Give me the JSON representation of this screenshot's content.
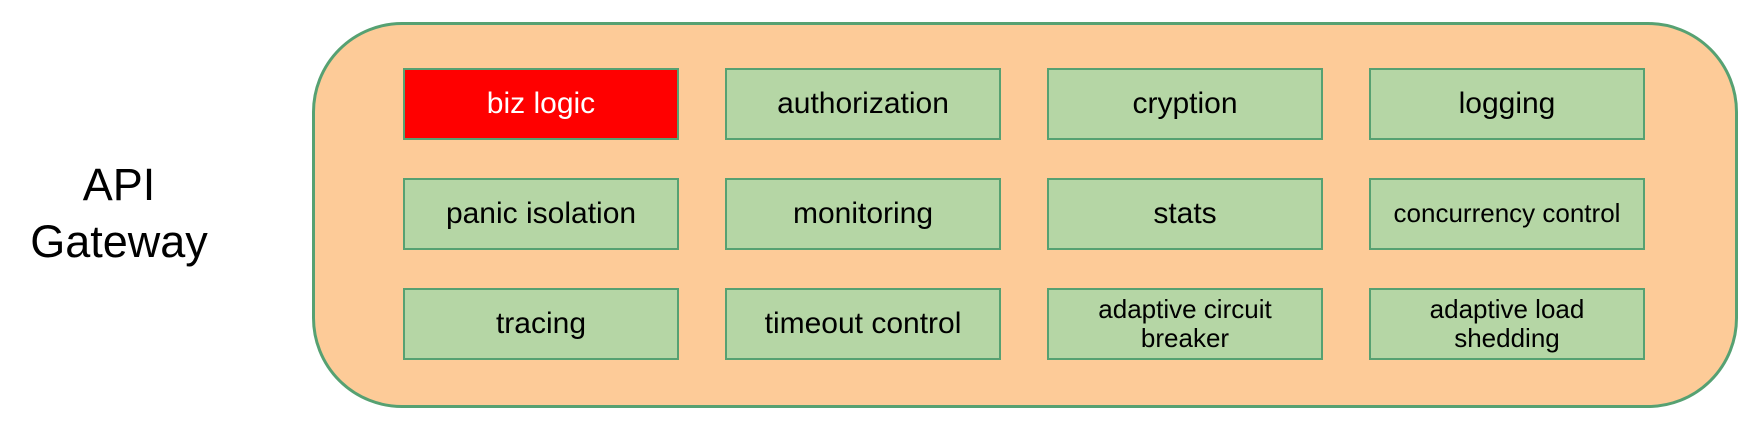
{
  "gateway": {
    "title": "API Gateway",
    "rows": [
      {
        "cells": [
          {
            "label": "biz logic",
            "highlighted": true
          },
          {
            "label": "authorization",
            "highlighted": false
          },
          {
            "label": "cryption",
            "highlighted": false
          },
          {
            "label": "logging",
            "highlighted": false
          }
        ]
      },
      {
        "cells": [
          {
            "label": "panic isolation",
            "highlighted": false
          },
          {
            "label": "monitoring",
            "highlighted": false
          },
          {
            "label": "stats",
            "highlighted": false
          },
          {
            "label": "concurrency control",
            "highlighted": false
          }
        ]
      },
      {
        "cells": [
          {
            "label": "tracing",
            "highlighted": false
          },
          {
            "label": "timeout control",
            "highlighted": false
          },
          {
            "label": "adaptive circuit breaker",
            "highlighted": false
          },
          {
            "label": "adaptive load shedding",
            "highlighted": false
          }
        ]
      }
    ]
  },
  "colors": {
    "background": "#FFFFFF",
    "container_fill": "#FDCB98",
    "container_border": "#56A172",
    "box_fill": "#B5D6A5",
    "box_border": "#56A172",
    "highlight_fill": "#FF0000",
    "highlight_text": "#FFFFFF",
    "text_color": "#000000"
  }
}
